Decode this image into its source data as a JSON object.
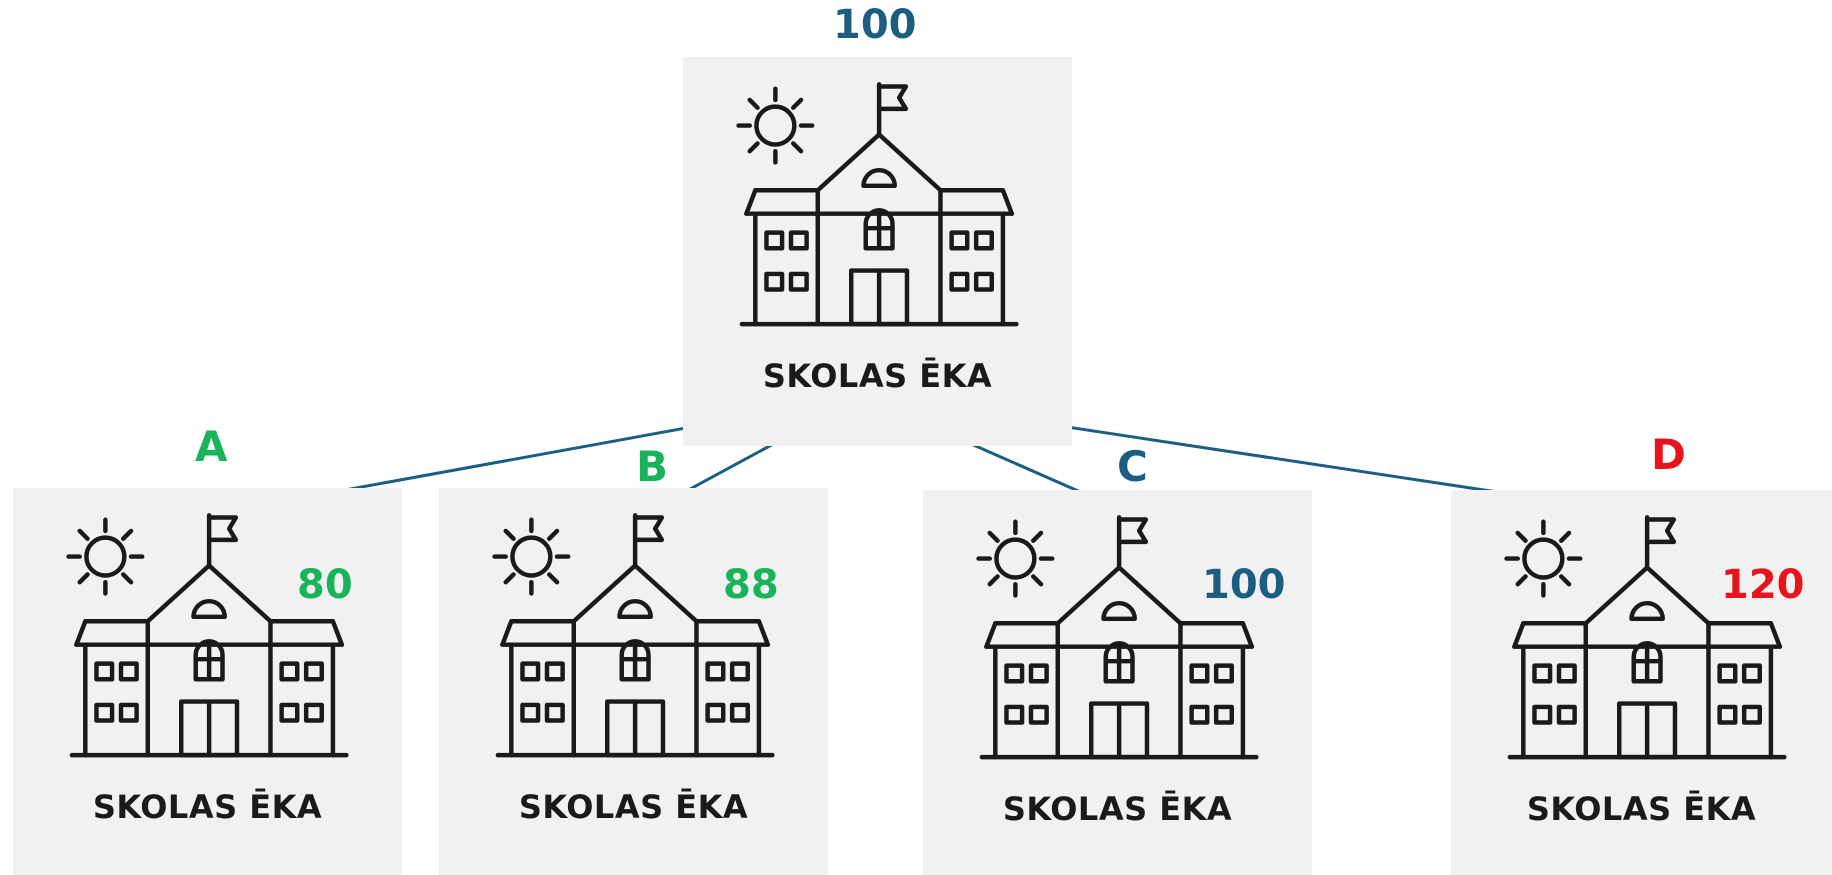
{
  "colors": {
    "blue": "#1b5e82",
    "green": "#19b45a",
    "red": "#e8141b",
    "card": "#f1f1f1",
    "line": "#1b5e82"
  },
  "top": {
    "value": "100",
    "label": "SKOLAS ĒKA",
    "icon": "school-building-icon"
  },
  "children": [
    {
      "letter": "A",
      "value": "80",
      "label": "SKOLAS ĒKA",
      "color": "green"
    },
    {
      "letter": "B",
      "value": "88",
      "label": "SKOLAS ĒKA",
      "color": "green"
    },
    {
      "letter": "C",
      "value": "100",
      "label": "SKOLAS ĒKA",
      "color": "blue"
    },
    {
      "letter": "D",
      "value": "120",
      "label": "SKOLAS ĒKA",
      "color": "red"
    }
  ]
}
